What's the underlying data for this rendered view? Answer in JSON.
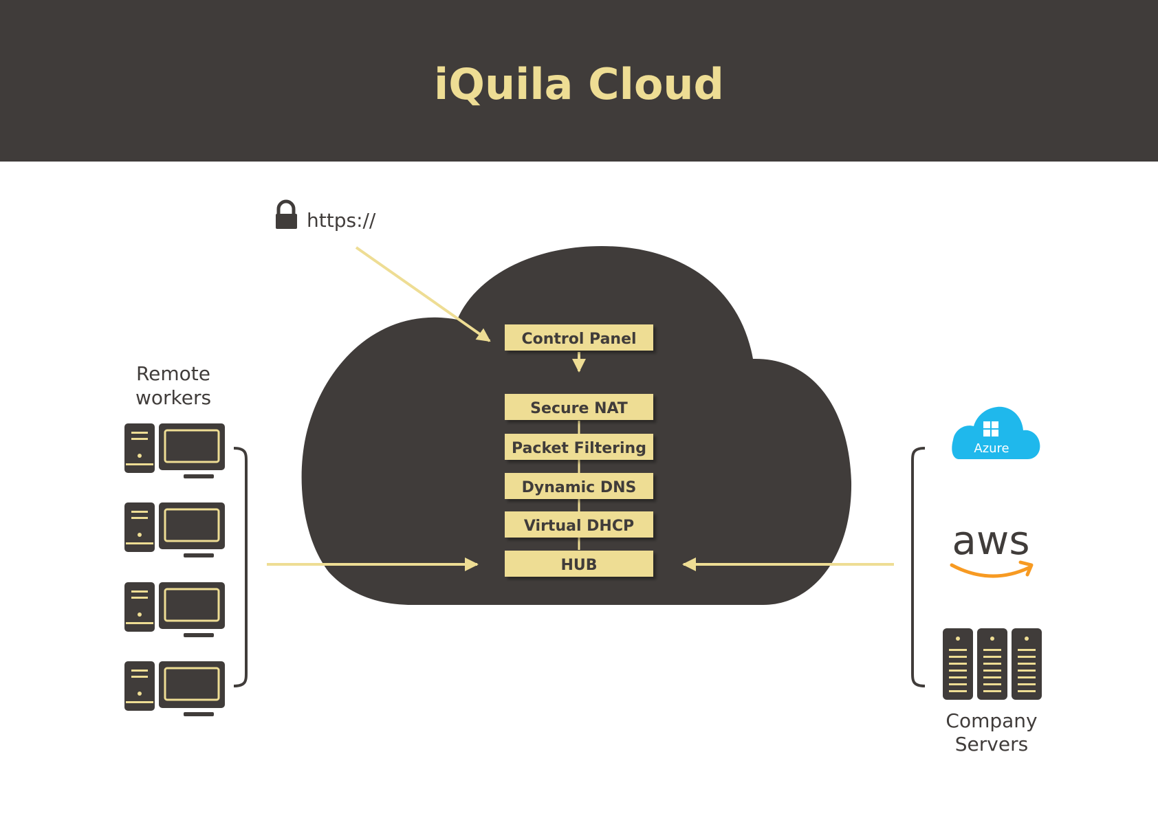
{
  "title": "iQuila Cloud",
  "https_label": "https://",
  "stack": [
    {
      "id": "control-panel",
      "label": "Control Panel"
    },
    {
      "id": "secure-nat",
      "label": "Secure NAT"
    },
    {
      "id": "packet-filtering",
      "label": "Packet Filtering"
    },
    {
      "id": "dynamic-dns",
      "label": "Dynamic DNS"
    },
    {
      "id": "virtual-dhcp",
      "label": "Virtual DHCP"
    },
    {
      "id": "hub",
      "label": "HUB"
    }
  ],
  "left_group": {
    "line1": "Remote",
    "line2": "workers",
    "device_count": 4
  },
  "right_group": {
    "line1": "Company",
    "line2": "Servers"
  },
  "providers": {
    "azure": "Azure",
    "aws": "aws"
  },
  "colors": {
    "dark": "#403c3a",
    "accent": "#eedd94",
    "azure": "#1fb8ec",
    "aws_orange": "#f79a22",
    "background": "#ffffff"
  },
  "icons": {
    "https": "lock-icon",
    "workstation": "workstation-icon",
    "cloud_provider_1": "azure-logo-icon",
    "cloud_provider_2": "aws-logo-icon",
    "servers": "server-rack-icon"
  }
}
